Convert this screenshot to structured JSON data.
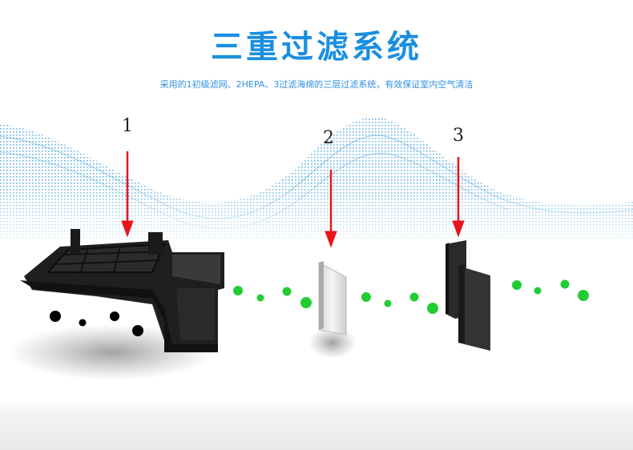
{
  "title": "三重过滤系统",
  "subtitle": "采用的1初级滤网、2HEPA、3过滤海绵的三层过滤系统，有效保证室内空气清洁",
  "labels": [
    "1",
    "2",
    "3"
  ],
  "colors": {
    "title": "#1a8fe0",
    "wave": "#4aa6de",
    "arrow": "#e8141a",
    "green_dot": "#22cc33",
    "black_dot": "#000000"
  }
}
